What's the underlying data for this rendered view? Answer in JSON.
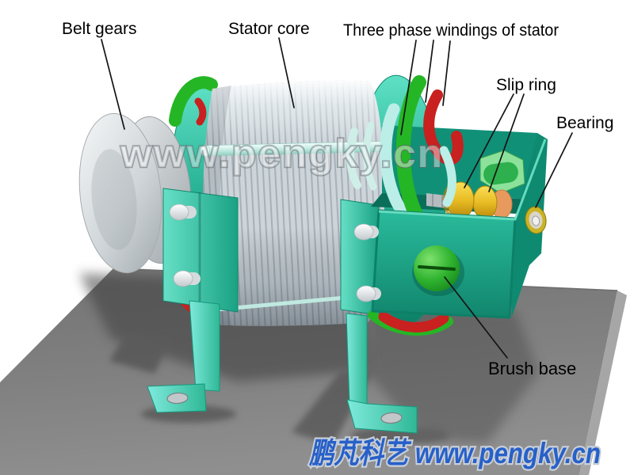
{
  "diagram": {
    "subject": "Wound rotor motor cutaway model on gray platform",
    "background": "#ffffff"
  },
  "labels": {
    "belt_gears": "Belt gears",
    "stator_core": "Stator core",
    "three_phase_windings": "Three phase windings of stator",
    "slip_ring": "Slip ring",
    "bearing": "Bearing",
    "brush_base": "Brush base"
  },
  "watermarks": {
    "center": "www.pengky.cn",
    "bottom": "鹏芃科艺 www.pengky.cn"
  },
  "colors": {
    "housing_teal": "#1fae90",
    "housing_teal_light": "#6fe0c8",
    "housing_teal_dark": "#0e8069",
    "winding_green": "#25b625",
    "winding_red": "#c92020",
    "winding_cyan": "#bceee8",
    "slip_ring_gold": "#e8bc24",
    "spacer_orange": "#e89a5e",
    "stator_gray": "#cdd5da",
    "platform_gray": "#7f7f7f",
    "watermark_blue": "#2760c8",
    "label_black": "#000000"
  }
}
